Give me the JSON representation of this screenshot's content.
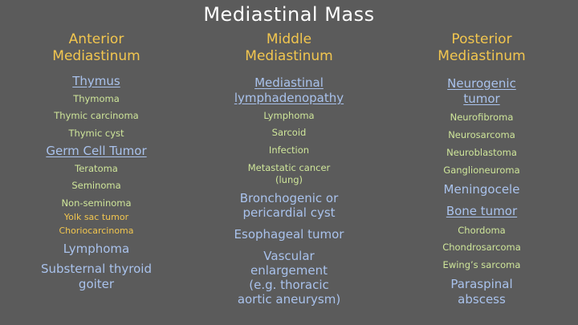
{
  "title": "Mediastinal Mass",
  "anterior": {
    "header": [
      "Anterior",
      "Mediastinum"
    ],
    "thymus": "Thymus",
    "thymoma": "Thymoma",
    "thymic_carcinoma": "Thymic carcinoma",
    "thymic_cyst": "Thymic cyst",
    "germ_cell": "Germ Cell Tumor",
    "teratoma": "Teratoma",
    "seminoma": "Seminoma",
    "non_seminoma": "Non-seminoma",
    "yolk_sac": "Yolk sac tumor",
    "choriocarcinoma": "Choriocarcinoma",
    "lymphoma": "Lymphoma",
    "substernal": [
      "Substernal thyroid",
      "goiter"
    ]
  },
  "middle": {
    "header": [
      "Middle",
      "Mediastinum"
    ],
    "lymphadenopathy": [
      "Mediastinal",
      "lymphadenopathy"
    ],
    "lymphoma": "Lymphoma",
    "sarcoid": "Sarcoid",
    "infection": "Infection",
    "metastatic": [
      "Metastatic cancer",
      "(lung)"
    ],
    "cyst": [
      "Bronchogenic or",
      "pericardial cyst"
    ],
    "esophageal": "Esophageal tumor",
    "vascular": [
      "Vascular",
      "enlargement",
      "(e.g. thoracic",
      "aortic aneurysm)"
    ]
  },
  "posterior": {
    "header": [
      "Posterior",
      "Mediastinum"
    ],
    "neurogenic": [
      "Neurogenic",
      "tumor"
    ],
    "neurofibroma": "Neurofibroma",
    "neurosarcoma": "Neurosarcoma",
    "neuroblastoma": "Neuroblastoma",
    "ganglioneuroma": "Ganglioneuroma",
    "meningocele": "Meningocele",
    "bone_tumor": "Bone tumor",
    "chordoma": "Chordoma",
    "chondrosarcoma": "Chondrosarcoma",
    "ewing": "Ewing’s sarcoma",
    "paraspinal": [
      "Paraspinal",
      "abscess"
    ]
  }
}
